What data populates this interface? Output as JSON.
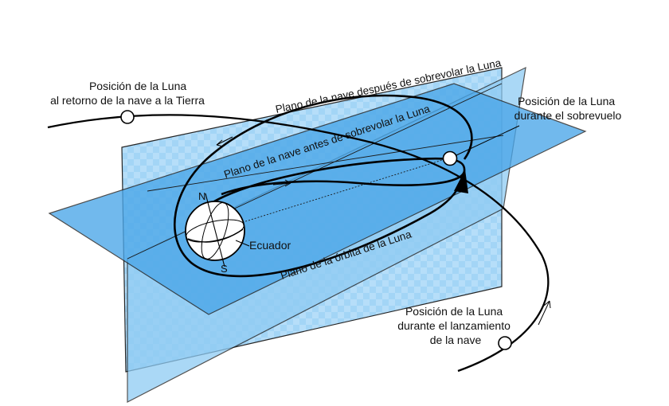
{
  "labels": {
    "moon_return_line1": "Posición de la Luna",
    "moon_return_line2": "al retorno de la nave a la Tierra",
    "moon_flyby_line1": "Posición de la Luna",
    "moon_flyby_line2": "durante el sobrevuelo",
    "moon_launch_line1": "Posición de la Luna",
    "moon_launch_line2": "durante el lanzamiento",
    "moon_launch_line3": "de la nave",
    "plane_after": "Plano de la nave después de sobrevolar la Luna",
    "plane_before": "Plano de la nave antes de sobrevolar la Luna",
    "plane_moon_orbit": "Plano de la órbita de la Luna",
    "equator": "Ecuador",
    "north": "N",
    "south": "S"
  },
  "colors": {
    "plane_light": "#a6d7f7",
    "plane_dark": "#5ab0ec",
    "stroke": "#111111",
    "background": "#ffffff"
  }
}
